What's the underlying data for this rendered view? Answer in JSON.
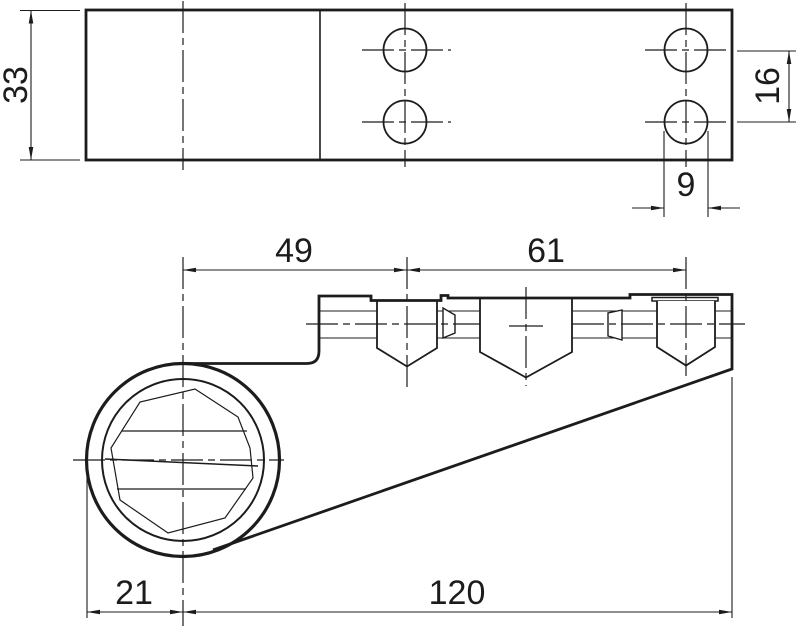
{
  "page": {
    "background": "#ffffff",
    "ink_color": "#1c1c1c"
  },
  "drawing": {
    "dimensions": {
      "plate_height": {
        "value": "33"
      },
      "hole_pair_spacing": {
        "value": "16"
      },
      "hole_diameter": {
        "value": "9"
      },
      "spindle_to_screw1": {
        "value": "49"
      },
      "screw1_to_screw3": {
        "value": "61"
      },
      "edge_to_spindle": {
        "value": "21"
      },
      "overall_length": {
        "value": "120"
      }
    }
  }
}
